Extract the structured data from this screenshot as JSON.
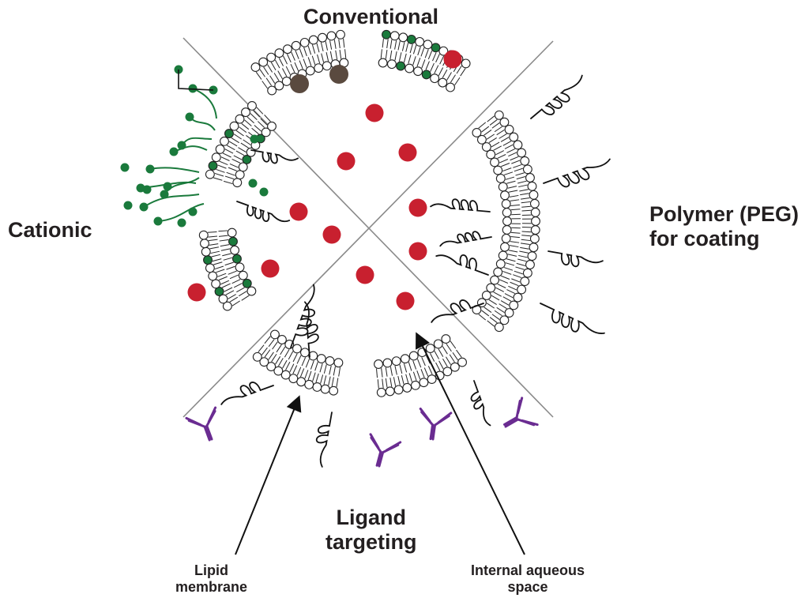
{
  "title": "Conventional",
  "quadrants": {
    "top": "Conventional",
    "left": "Cationic",
    "right": "Polymer (PEG)\nfor coating",
    "bottom": "Ligand\ntargeting"
  },
  "annotations": {
    "membrane": "Lipid\nmembrane",
    "aqueous": "Internal aqueous\nspace"
  },
  "colors": {
    "cargo": "#c8202f",
    "cationic": "#1a7a3c",
    "ligand": "#6a2c91",
    "neutral_lipid": "#5a4a3f",
    "ink": "#111111",
    "divider": "#8a8a8a"
  }
}
